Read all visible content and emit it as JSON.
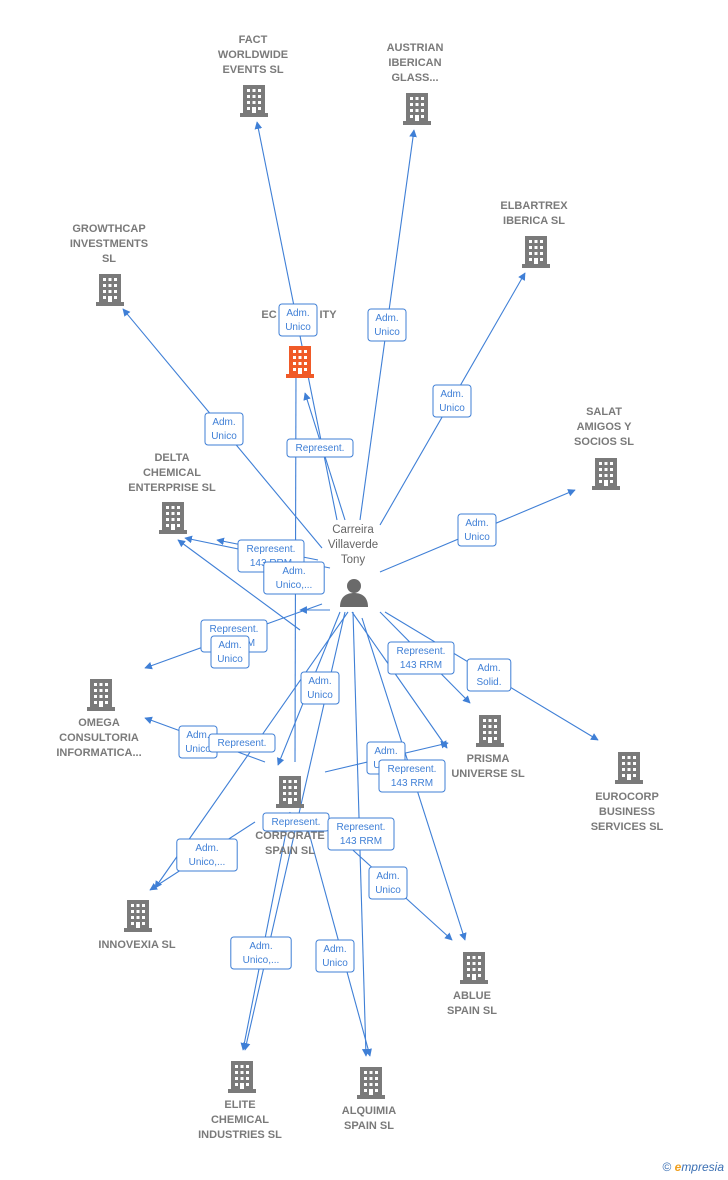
{
  "colors": {
    "edge": "#3f7fd6",
    "building": "#7a7a7a",
    "highlight_building": "#f05a28",
    "label": "#7a7a7a",
    "person": "#6a6a6a"
  },
  "person": {
    "id": "person",
    "lines": [
      "Carreira",
      "Villaverde",
      "Tony"
    ],
    "icon": "person-icon"
  },
  "nodes": [
    {
      "id": "fact",
      "lines": [
        "FACT",
        "WORLDWIDE",
        "EVENTS  SL"
      ],
      "icon": "building-icon",
      "highlight": false
    },
    {
      "id": "austrian",
      "lines": [
        "AUSTRIAN",
        "IBERICAN",
        "GLASS..."
      ],
      "icon": "building-icon",
      "highlight": false
    },
    {
      "id": "elbartrex",
      "lines": [
        "ELBARTREX",
        "IBERICA SL"
      ],
      "icon": "building-icon",
      "highlight": false
    },
    {
      "id": "growthcap",
      "lines": [
        "GROWTHCAP",
        "INVESTMENTS",
        "SL"
      ],
      "icon": "building-icon",
      "highlight": false
    },
    {
      "id": "ecocity",
      "lines": [
        "EC",
        "ITY"
      ],
      "icon": "building-icon",
      "highlight": true
    },
    {
      "id": "salat",
      "lines": [
        "SALAT",
        "AMIGOS Y",
        "SOCIOS SL"
      ],
      "icon": "building-icon",
      "highlight": false
    },
    {
      "id": "delta",
      "lines": [
        "DELTA",
        "CHEMICAL",
        "ENTERPRISE SL"
      ],
      "icon": "building-icon",
      "highlight": false
    },
    {
      "id": "omega",
      "lines": [
        "OMEGA",
        "CONSULTORIA",
        "INFORMATICA..."
      ],
      "icon": "building-icon",
      "highlight": false
    },
    {
      "id": "prisma",
      "lines": [
        "PRISMA",
        "UNIVERSE  SL"
      ],
      "icon": "building-icon",
      "highlight": false
    },
    {
      "id": "eurocorp",
      "lines": [
        "EUROCORP",
        "BUSINESS",
        "SERVICES SL"
      ],
      "icon": "building-icon",
      "highlight": false
    },
    {
      "id": "corporate",
      "lines": [
        "CORPORATE",
        "SPAIN SL"
      ],
      "icon": "building-icon",
      "highlight": false
    },
    {
      "id": "innovexia",
      "lines": [
        "INNOVEXIA  SL"
      ],
      "icon": "building-icon",
      "highlight": false
    },
    {
      "id": "ablue",
      "lines": [
        "ABLUE",
        "SPAIN  SL"
      ],
      "icon": "building-icon",
      "highlight": false
    },
    {
      "id": "elite",
      "lines": [
        "ELITE",
        "CHEMICAL",
        "INDUSTRIES SL"
      ],
      "icon": "building-icon",
      "highlight": false
    },
    {
      "id": "alquimia",
      "lines": [
        "ALQUIMIA",
        "SPAIN  SL"
      ],
      "icon": "building-icon",
      "highlight": false
    }
  ],
  "edges": [
    {
      "from": "person",
      "to": "fact",
      "label": [
        "Adm.",
        "Unico"
      ]
    },
    {
      "from": "person",
      "to": "austrian",
      "label": [
        "Adm.",
        "Unico"
      ]
    },
    {
      "from": "person",
      "to": "elbartrex",
      "label": [
        "Adm.",
        "Unico"
      ]
    },
    {
      "from": "person",
      "to": "growthcap",
      "label": [
        "Adm.",
        "Unico"
      ]
    },
    {
      "from": "person",
      "to": "ecocity",
      "label": [
        "Represent."
      ]
    },
    {
      "from": "person",
      "to": "salat",
      "label": [
        "Adm.",
        "Unico"
      ]
    },
    {
      "from": "person",
      "to": "delta",
      "label": [
        "Represent.",
        "143 RRM"
      ]
    },
    {
      "from": "person",
      "to": "delta",
      "label": [
        "Adm.",
        "Unico,..."
      ]
    },
    {
      "from": "person",
      "to": "omega",
      "label": [
        "Represent.",
        "143 RRM"
      ]
    },
    {
      "from": "person",
      "to": "omega",
      "label": [
        "Adm.",
        "Unico"
      ]
    },
    {
      "from": "person",
      "to": "prisma",
      "label": [
        "Represent.",
        "143 RRM"
      ]
    },
    {
      "from": "person",
      "to": "eurocorp",
      "label": [
        "Adm.",
        "Solid."
      ]
    },
    {
      "from": "person",
      "to": "corporate",
      "label": [
        "Adm.",
        "Unico"
      ]
    },
    {
      "from": "corporate",
      "to": "omega",
      "label": [
        "Adm.",
        "Unico"
      ]
    },
    {
      "from": "corporate",
      "to": "ecocity",
      "label": [
        "Represent."
      ]
    },
    {
      "from": "corporate",
      "to": "prisma",
      "label": [
        "Adm.",
        "Unico"
      ]
    },
    {
      "from": "person",
      "to": "prisma",
      "label": [
        "Represent.",
        "143 RRM"
      ]
    },
    {
      "from": "corporate",
      "to": "innovexia",
      "label": [
        "Adm.",
        "Unico,..."
      ]
    },
    {
      "from": "corporate",
      "to": "elite",
      "label": [
        "Represent."
      ]
    },
    {
      "from": "corporate",
      "to": "ablue",
      "label": [
        "Represent.",
        "143 RRM"
      ]
    },
    {
      "from": "person",
      "to": "ablue",
      "label": [
        "Adm.",
        "Unico"
      ]
    },
    {
      "from": "person",
      "to": "elite",
      "label": [
        "Adm.",
        "Unico,..."
      ]
    },
    {
      "from": "person",
      "to": "alquimia",
      "label": [
        "Adm.",
        "Unico"
      ]
    },
    {
      "from": "person",
      "to": "innovexia",
      "label": []
    },
    {
      "from": "corporate",
      "to": "alquimia",
      "label": []
    },
    {
      "from": "person",
      "to": "delta",
      "label": []
    }
  ],
  "footer": {
    "copyright": "©",
    "brand_initial": "e",
    "brand_rest": "mpresia"
  }
}
